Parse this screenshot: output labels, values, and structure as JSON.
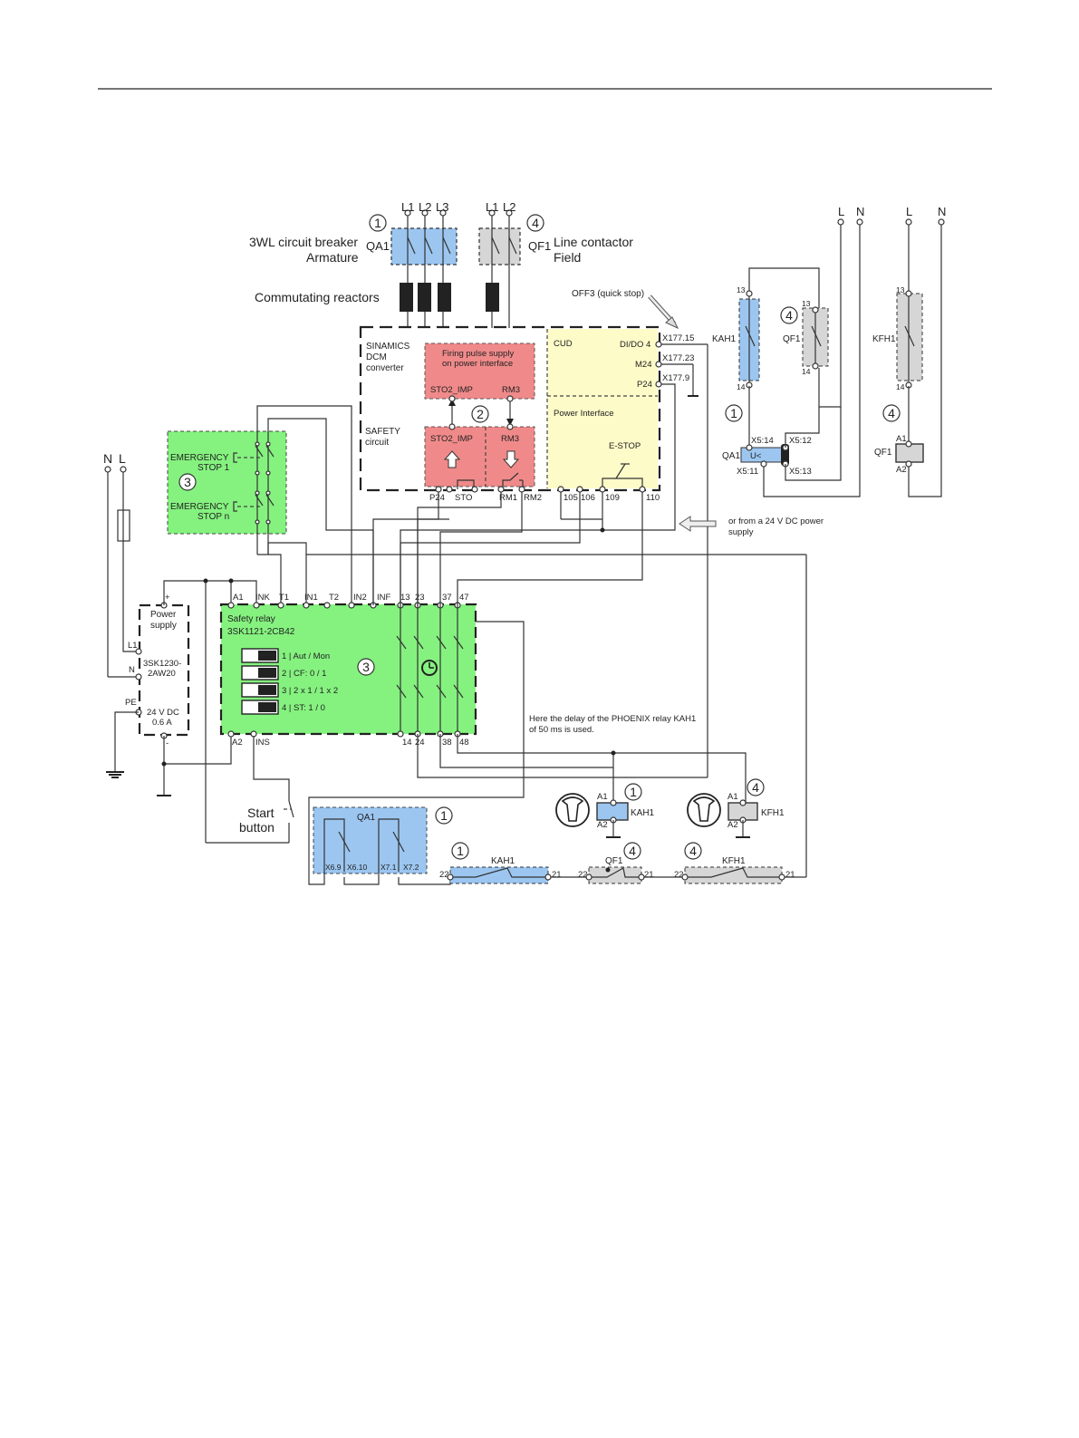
{
  "colors": {
    "blue": "#9cc6f0",
    "grey": "#d6d6d6",
    "red": "#f08a8a",
    "yellow": "#fdfbc8",
    "green": "#85f27f"
  },
  "top": {
    "circuit_breaker": "3WL circuit breaker",
    "armature": "Armature",
    "qa1": "QA1",
    "line_contactor": "Line contactor",
    "field": "Field",
    "qf1": "QF1",
    "commutating_reactors": "Commutating reactors",
    "l1": "L1",
    "l2": "L2",
    "l3": "L3",
    "l1b": "L1",
    "l2b": "L2",
    "off3": "OFF3 (quick stop)"
  },
  "converter": {
    "name_l1": "SINAMICS",
    "name_l2": "DCM",
    "name_l3": "converter",
    "safety_l1": "SAFETY",
    "safety_l2": "circuit",
    "firing_l1": "Firing pulse supply",
    "firing_l2": "on power interface",
    "sto2_imp_a": "STO2_IMP",
    "rm3_a": "RM3",
    "sto2_imp_b": "STO2_IMP",
    "rm3_b": "RM3",
    "cud": "CUD",
    "power_interface": "Power Interface",
    "estop": "E-STOP",
    "didoo4": "DI/DO 4",
    "m24": "M24",
    "p24": "P24",
    "x177_15": "X177.15",
    "x177_23": "X177.23",
    "x177_9": "X177.9",
    "bottom_terms": [
      "P24",
      "STO",
      "RM1",
      "RM2",
      "105",
      "106",
      "109",
      "110"
    ],
    "ext_supply_l1": "or from a 24 V DC power",
    "ext_supply_l2": "supply"
  },
  "estop": {
    "stop1_l1": "EMERGENCY",
    "stop1_l2": "STOP 1",
    "stopn_l1": "EMERGENCY",
    "stopn_l2": "STOP n"
  },
  "power_supply": {
    "n": "N",
    "l": "L",
    "plus": "+",
    "minus": "-",
    "title_l1": "Power",
    "title_l2": "supply",
    "l1": "L1",
    "nn": "N",
    "pe": "PE",
    "model_l1": "3SK1230-",
    "model_l2": "2AW20",
    "rating_l1": "24 V DC",
    "rating_l2": "0.6 A"
  },
  "safety_relay": {
    "title": "Safety relay",
    "model": "3SK1121-2CB42",
    "top_terms": [
      "A1",
      "INK",
      "T1",
      "IN1",
      "T2",
      "IN2",
      "INF",
      "13",
      "23",
      "37",
      "47"
    ],
    "bottom_terms": [
      "A2",
      "INS",
      "14",
      "24",
      "38",
      "48"
    ],
    "switches": [
      "1 | Aut / Mon",
      "2 | CF: 0 / 1",
      "3 | 2 x 1 / 1 x 2",
      "4 | ST: 1 / 0"
    ],
    "note_l1": "Here the delay of the PHOENIX relay KAH1",
    "note_l2": "of 50 ms is used."
  },
  "start": {
    "l1": "Start",
    "l2": "button"
  },
  "right": {
    "l_a": "L",
    "n_a": "N",
    "l_b": "L",
    "n_b": "N",
    "kah1": "KAH1",
    "qf1": "QF1",
    "kfh1": "KFH1",
    "qa1": "QA1",
    "t13a": "13",
    "t14a": "14",
    "t13b": "13",
    "t14b": "14",
    "t13c": "13",
    "t14c": "14",
    "x5_14": "X5:14",
    "x5_12": "X5:12",
    "x5_11": "X5:11",
    "x5_13": "X5:13",
    "ulow": "U<",
    "a1": "A1",
    "a2": "A2"
  },
  "bottom": {
    "qa1": "QA1",
    "x6_9": "X6.9",
    "x6_10": "X6.10",
    "x7_1": "X7.1",
    "x7_2": "X7.2",
    "kah1_label": "KAH1",
    "qf1_label": "QF1",
    "kfh1_label": "KFH1",
    "t22": "22",
    "t21": "21",
    "coil_kah1": "KAH1",
    "coil_kfh1": "KFH1",
    "a1": "A1",
    "a2": "A2"
  },
  "callouts": [
    "1",
    "2",
    "3",
    "4"
  ]
}
